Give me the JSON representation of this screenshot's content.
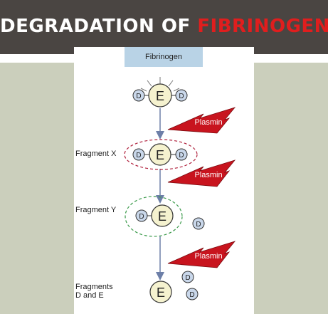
{
  "slide": {
    "title_prefix": "DEGRADATION OF",
    "title_highlight": "FIBRINOGEN"
  },
  "diagram": {
    "top_label": "Fibrinogen",
    "labels": {
      "fragment_x": "Fragment X",
      "fragment_y": "Fragment Y",
      "fragments_de_line1": "Fragments",
      "fragments_de_line2": "D and E"
    },
    "domain_e": "E",
    "domain_d": "D",
    "enzyme": "Plasmin",
    "colors": {
      "header_bg": "#4a4542",
      "title_highlight": "#e01e1e",
      "side_panels": "#cbcfbc",
      "fibrinogen_box": "#b9d3e6",
      "e_domain_fill": "#f5f2cf",
      "d_domain_fill": "#c9d7ea",
      "plasmin": "#c8141e",
      "ring_x": "#b0203c",
      "ring_y": "#3a9a4a",
      "arrow": "#6d7fa8"
    }
  }
}
